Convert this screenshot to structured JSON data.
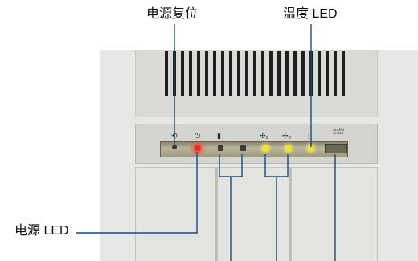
{
  "labels": {
    "power_reset": "电源复位",
    "temperature_led": "温度 LED",
    "power_led": "电源 LED"
  },
  "panel_symbols": {
    "reset": "⟲",
    "power": "⏻",
    "drive": "▮",
    "fan1": "✢₁",
    "fan2": "✢₂",
    "temp": "|",
    "alarm_reset": "ALARM RESET"
  },
  "colors": {
    "leader_line": "#1a4a7a",
    "power_led": "#ff2a1a",
    "status_led": "#f5e61a",
    "hdd_led": "#3a3a3a"
  }
}
